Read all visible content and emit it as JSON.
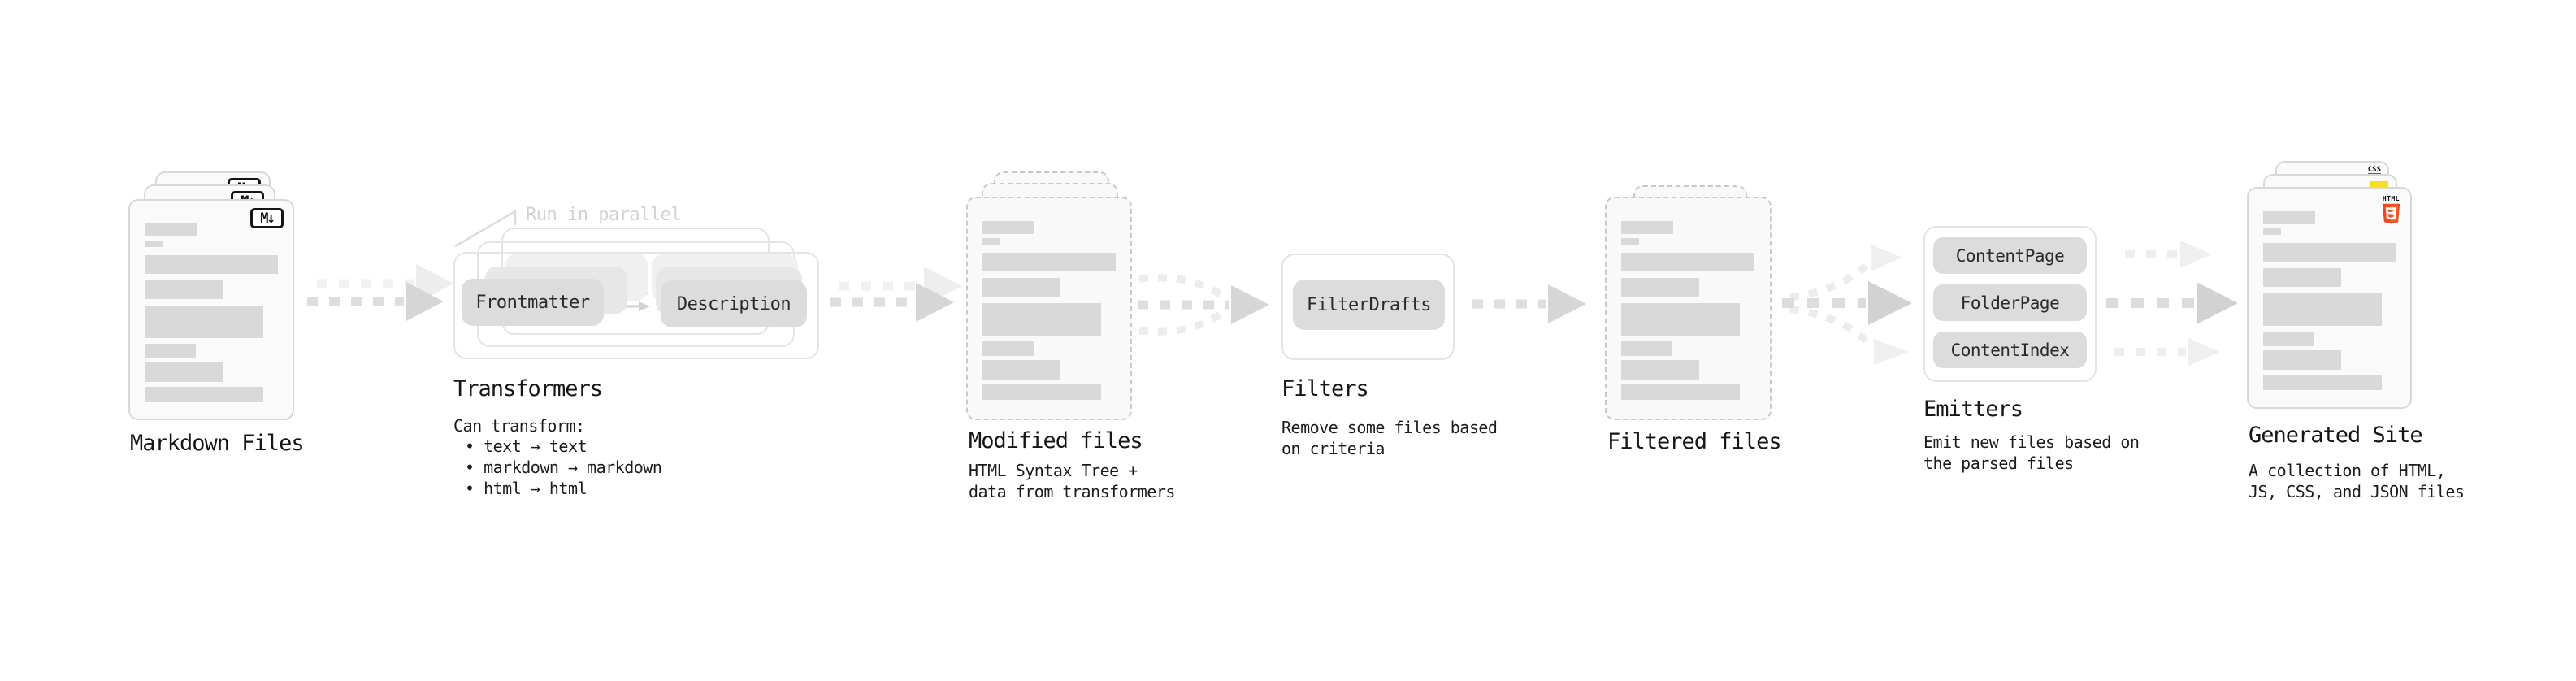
{
  "markdown_files": {
    "label": "Markdown Files"
  },
  "transformers": {
    "label": "Transformers",
    "annotation": "Run in parallel",
    "pill_frontmatter": "Frontmatter",
    "pill_description": "Description",
    "desc_heading": "Can transform:",
    "bullets": "• text → text\n• markdown → markdown\n• html → html"
  },
  "modified_files": {
    "label": "Modified files",
    "desc": "HTML Syntax Tree +\ndata from transformers"
  },
  "filters": {
    "label": "Filters",
    "pill_filterdrafts": "FilterDrafts",
    "desc": "Remove some files based\non criteria"
  },
  "filtered_files": {
    "label": "Filtered files"
  },
  "emitters": {
    "label": "Emitters",
    "pill_contentpage": "ContentPage",
    "pill_folderpage": "FolderPage",
    "pill_contentindex": "ContentIndex",
    "desc": "Emit new files based on\nthe parsed files"
  },
  "generated_site": {
    "label": "Generated Site",
    "desc": "A collection of HTML,\nJS, CSS, and JSON files"
  },
  "icons": {
    "markdown_badge": "M↓",
    "html5_text": "HTML",
    "css_badge": "CSS",
    "js_badge": "js-yellow-square"
  },
  "colors": {
    "html5_orange": "#e44d26",
    "js_yellow": "#f7df1e",
    "css_blue": "#2965f1",
    "card_border": "#d8d8d8",
    "bar_fill": "#d9d9d9",
    "pill_fill": "#dcdcdc",
    "frame_border": "#e4e4e4",
    "arrow_gray": "#d6d6d6",
    "text": "#1a1a1a",
    "annotation_muted": "#d2d2d2"
  }
}
